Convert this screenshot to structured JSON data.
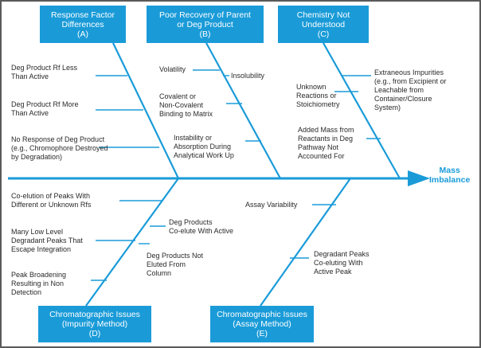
{
  "effect": [
    "Mass",
    "Imbalance"
  ],
  "categories": {
    "A": [
      "Response Factor",
      "Differences",
      "(A)"
    ],
    "B": [
      "Poor Recovery of Parent",
      "or Deg Product",
      "(B)"
    ],
    "C": [
      "Chemistry Not",
      "Understood",
      "(C)"
    ],
    "D": [
      "Chromatographic Issues",
      "(Impurity Method)",
      "(D)"
    ],
    "E": [
      "Chromatographic Issues",
      "(Assay Method)",
      "(E)"
    ]
  },
  "causes": {
    "A": [
      [
        "Deg Product Rf Less",
        "Than Active"
      ],
      [
        "Deg Product Rf More",
        "Than Active"
      ],
      [
        "No Response of Deg Product",
        "(e.g., Chromophore Destroyed",
        "by Degradation)"
      ]
    ],
    "B": [
      [
        "Volatility"
      ],
      [
        "Insolubility"
      ],
      [
        "Covalent or",
        "Non-Covalent",
        "Binding to Matrix"
      ],
      [
        "Instability or",
        "Absorption During",
        "Analytical Work Up"
      ]
    ],
    "C": [
      [
        "Extraneous Impurities",
        "(e.g., from Excipient or",
        "Leachable from",
        "Container/Closure",
        "System)"
      ],
      [
        "Unknown",
        "Reactions or",
        "Stoichiometry"
      ],
      [
        "Added Mass from",
        "Reactants in Deg",
        "Pathway Not",
        "Accounted For"
      ]
    ],
    "D": [
      [
        "Co-elution of Peaks With",
        "Different or Unknown Rfs"
      ],
      [
        "Many Low Level",
        "Degradant Peaks That",
        "Escape Integration"
      ],
      [
        "Peak Broadening",
        "Resulting in Non",
        "Detection"
      ],
      [
        "Deg Products",
        "Co-elute With Active"
      ],
      [
        "Deg Products Not",
        "Eluted From",
        "Column"
      ]
    ],
    "E": [
      [
        "Assay Variability"
      ],
      [
        "Degradant Peaks",
        "Co-eluting With",
        "Active Peak"
      ]
    ]
  },
  "colors": {
    "bone": "#1a9bd8",
    "box": "#1a9bd8",
    "text": "#2a2a2a",
    "border": "#5a5a5a"
  }
}
